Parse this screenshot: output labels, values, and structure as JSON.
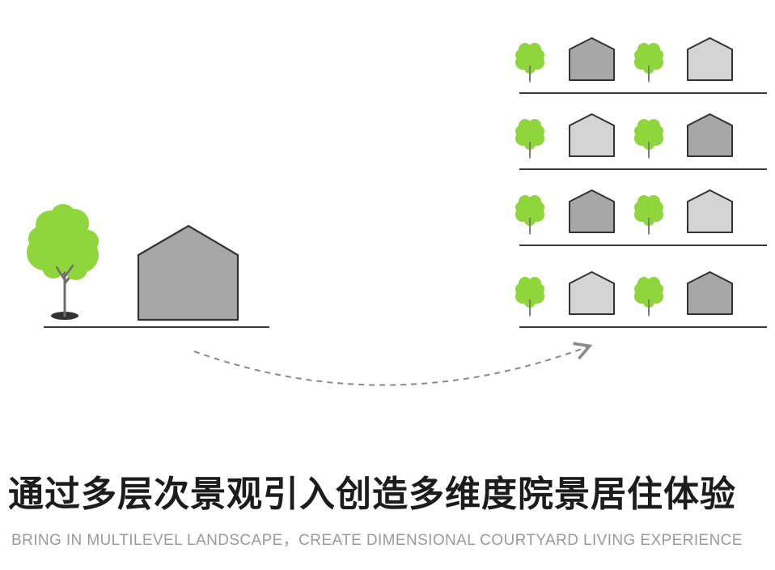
{
  "title": "通过多层次景观引入创造多维度院景居住体验",
  "subtitle": "BRING IN MULTILEVEL LANDSCAPE，CREATE DIMENSIONAL COURTYARD LIVING EXPERIENCE",
  "colors": {
    "tree_green": "#8ed63b",
    "tree_trunk": "#6f6f6f",
    "house_dark": "#a7a7a7",
    "house_light": "#d4d4d4",
    "outline": "#333333",
    "arrow": "#8a8a8a",
    "title": "#1c1c1c",
    "subtitle": "#9a9a9a"
  },
  "diagram": {
    "left_scene": {
      "icons": [
        "tree-icon",
        "house-icon"
      ]
    },
    "arrow": {
      "style": "dashed-curve",
      "direction": "left-to-right"
    },
    "right_stack": {
      "levels": [
        {
          "houses": [
            "dark",
            "light"
          ]
        },
        {
          "houses": [
            "light",
            "dark"
          ]
        },
        {
          "houses": [
            "dark",
            "light"
          ]
        },
        {
          "houses": [
            "light",
            "dark"
          ]
        }
      ]
    }
  }
}
